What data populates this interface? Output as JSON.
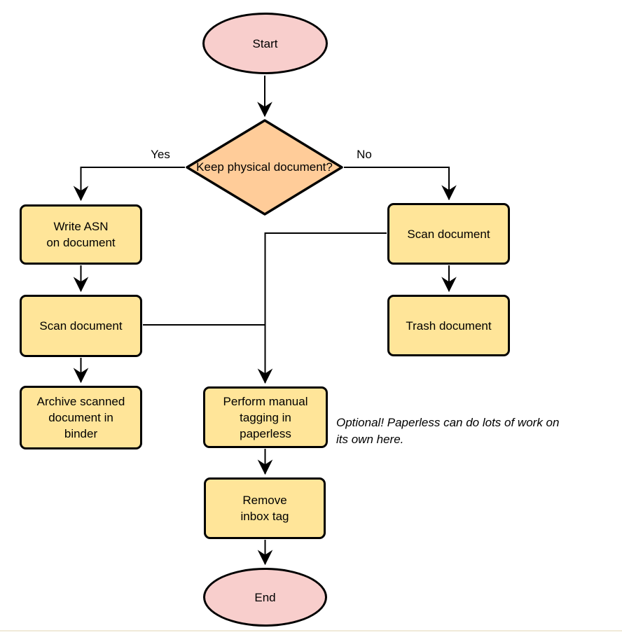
{
  "palette": {
    "terminal_fill": "#f8cecc",
    "process_fill": "#ffe599",
    "decision_fill": "#ffcc99",
    "stroke_color": "#000000",
    "rule_color": "#f0ead9"
  },
  "nodes": {
    "start": {
      "label": "Start",
      "type": "terminal"
    },
    "decision": {
      "label": "Keep physical\ndocument?",
      "type": "decision"
    },
    "write_asn": {
      "label": "Write ASN\non document",
      "type": "process"
    },
    "scan_left": {
      "label": "Scan document",
      "type": "process"
    },
    "archive": {
      "label": "Archive scanned\ndocument in\nbinder",
      "type": "process"
    },
    "scan_right": {
      "label": "Scan document",
      "type": "process"
    },
    "trash": {
      "label": "Trash document",
      "type": "process"
    },
    "tagging": {
      "label": "Perform manual\ntagging in\npaperless",
      "type": "process"
    },
    "remove_tag": {
      "label": "Remove\ninbox tag",
      "type": "process"
    },
    "end": {
      "label": "End",
      "type": "terminal"
    }
  },
  "edge_labels": {
    "yes": "Yes",
    "no": "No"
  },
  "annotation": {
    "text": "Optional! Paperless can do lots of work on\nits own here."
  }
}
